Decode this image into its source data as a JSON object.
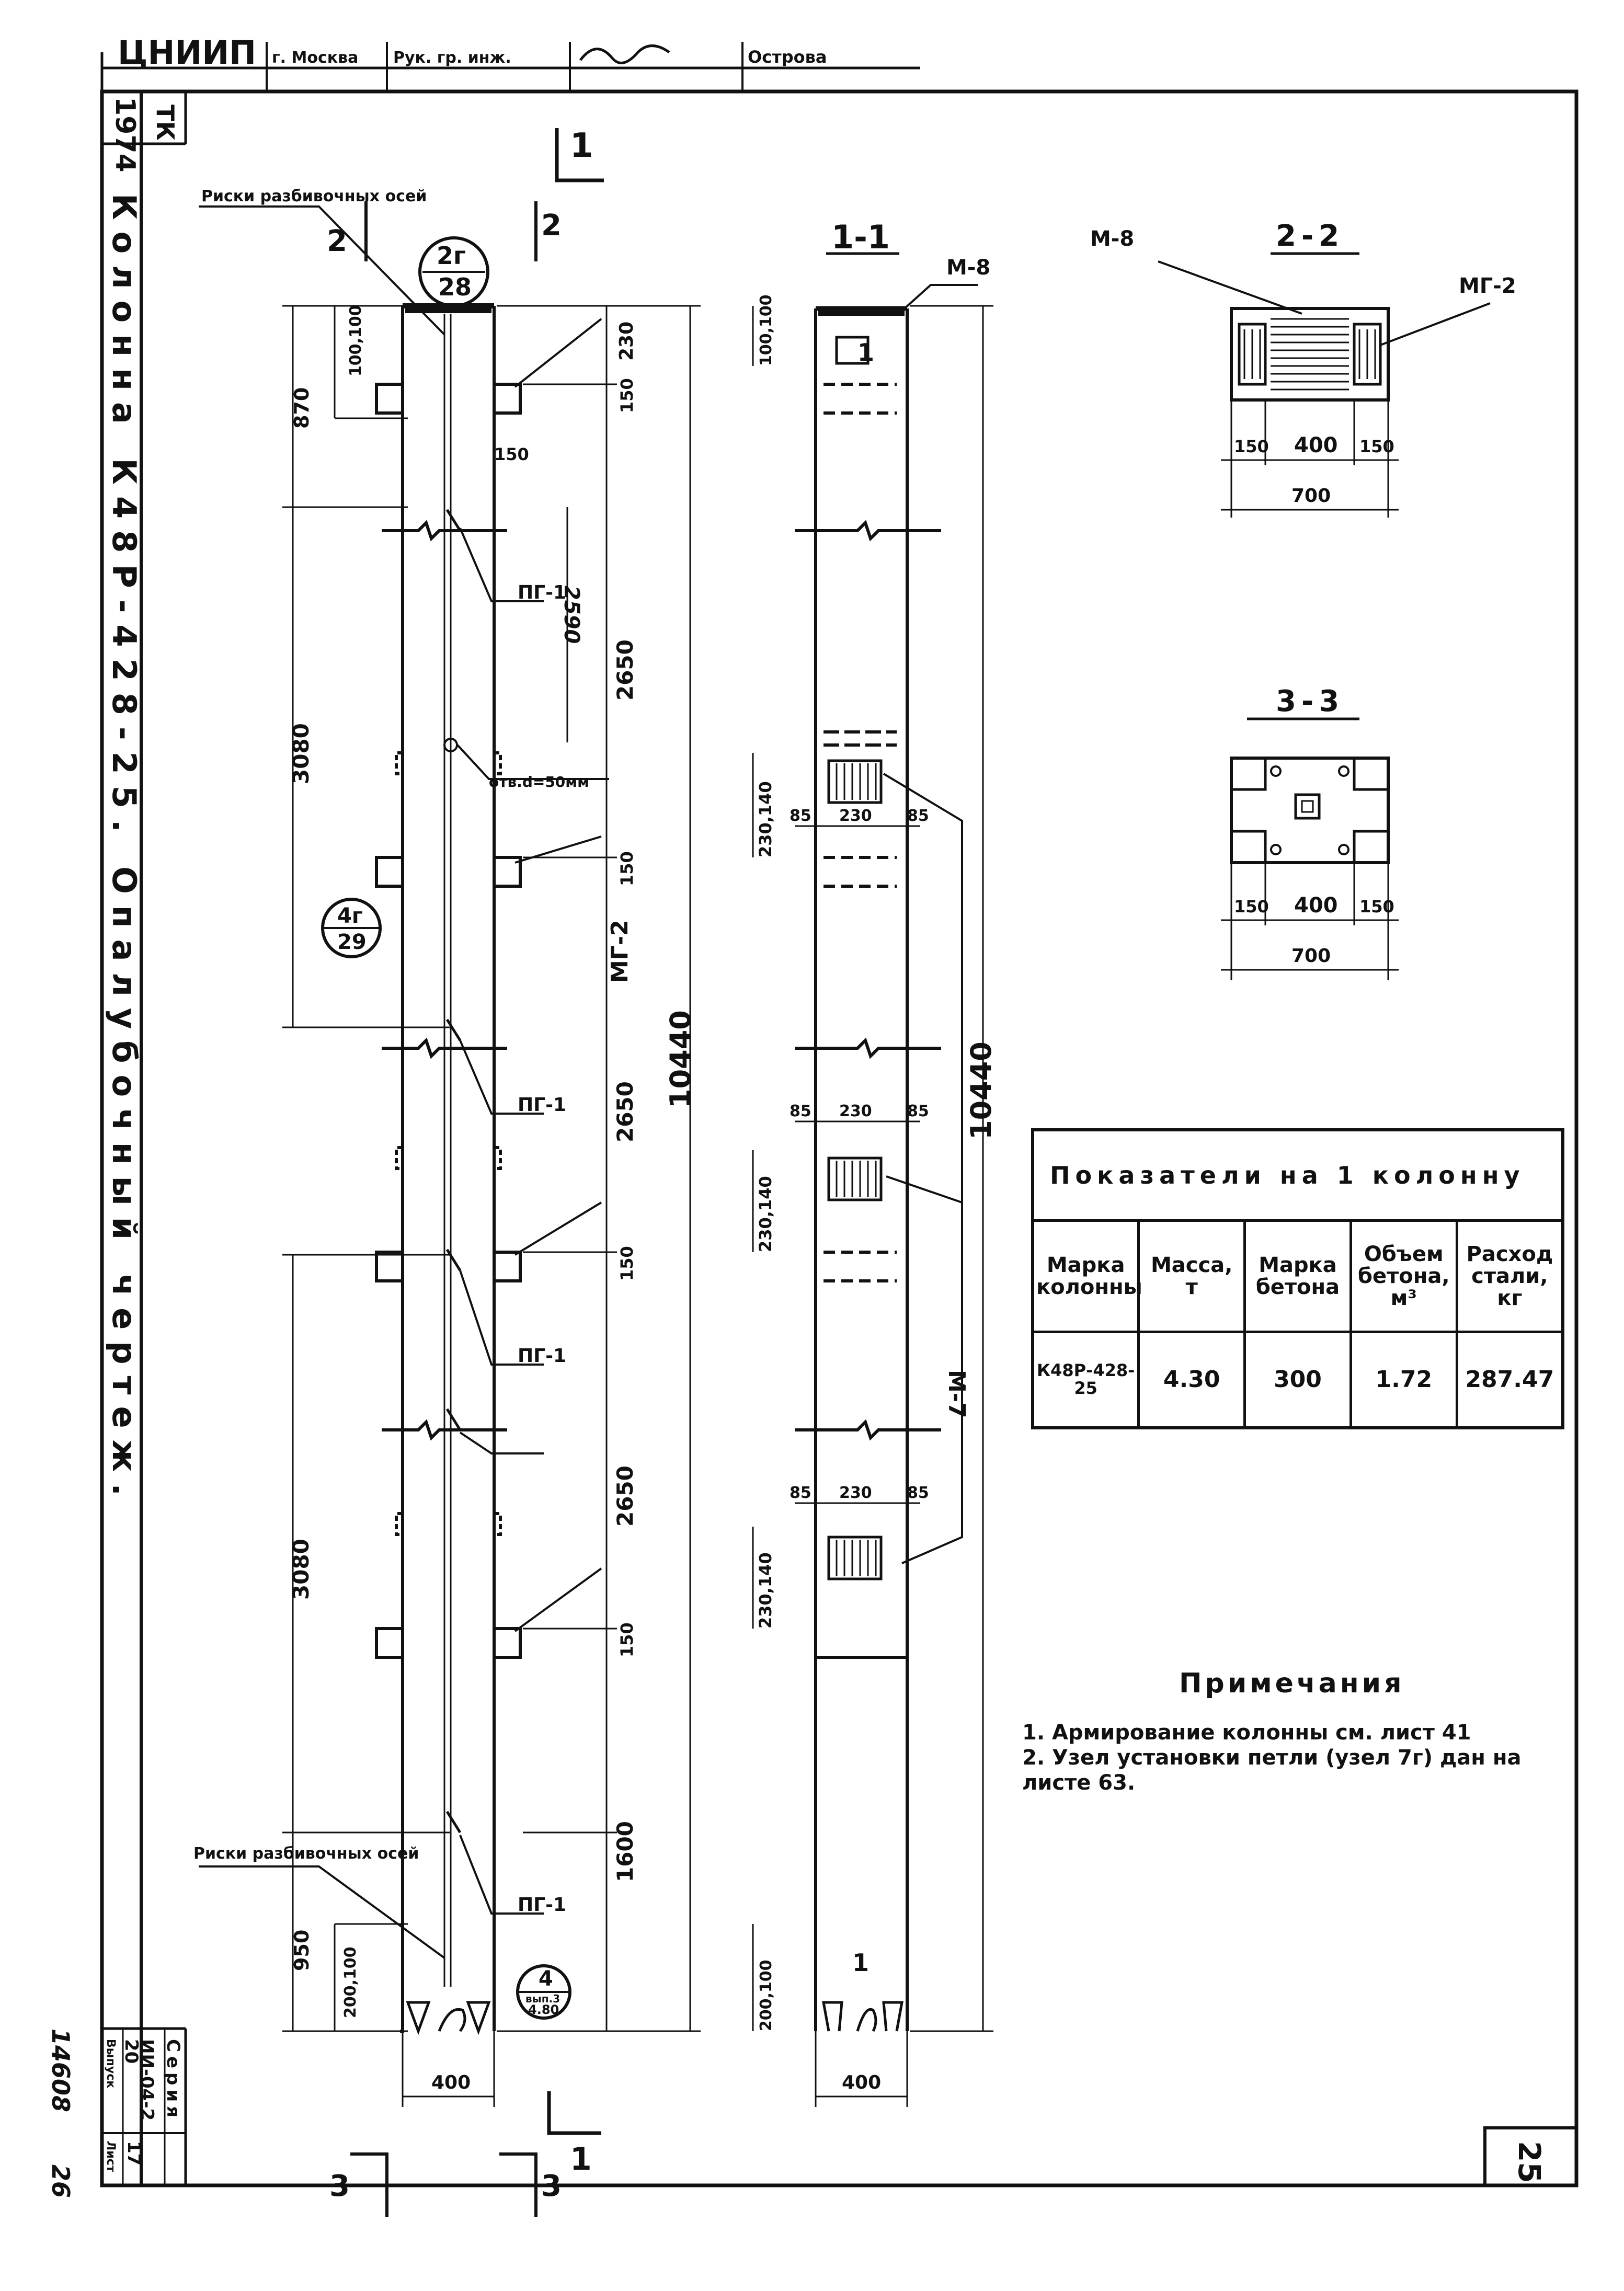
{
  "stamp": {
    "org": "ЦНИИП",
    "city": "г. Москва",
    "role": "Рук. гр. инж.",
    "name": "Острова"
  },
  "side_strip": {
    "code_tk": "ТК",
    "year": "1974",
    "title": "Колонна К48Р-428-25. Опалубочный чертеж.",
    "series_label": "Серия",
    "series": "ИИ-04-2",
    "issue_label": "Выпуск",
    "issue": "20",
    "sheet_label": "Лист",
    "sheet": "17",
    "archive_no": "14608",
    "archive_page": "26"
  },
  "elevation": {
    "section_mark_top": "1",
    "section_mark_bottom": "1",
    "cut_2": "2",
    "cut_3": "3",
    "risks_top": "Риски разбивочных осей",
    "risks_bottom": "Риски разбивочных осей",
    "node_top": {
      "num": "2г",
      "sheet": "28"
    },
    "node_mid": {
      "num": "4г",
      "sheet": "29"
    },
    "node_bottom": {
      "num": "4",
      "sub": "вып.3",
      "sheet": "4.80"
    },
    "pg": "ПГ-1",
    "mg": "МГ-2",
    "hole": "отв.d=50мм",
    "dims": {
      "d100_100": "100,100",
      "d870": "870",
      "d230": "230",
      "d150": "150",
      "d2590": "2590",
      "d2650": "2650",
      "d3080": "3080",
      "d10440": "10440",
      "d1600": "1600",
      "d950": "950",
      "d200_100": "200,100",
      "d400": "400"
    }
  },
  "side_view": {
    "title": "1-1",
    "m8": "М-8",
    "m7": "М-7",
    "digit_1": "1",
    "d100_100": "100,100",
    "d230_140": "230,140",
    "d85": "85",
    "d230": "230",
    "d10440": "10440",
    "d200_100": "200,100",
    "d400": "400"
  },
  "section_2_2": {
    "title": "2-2",
    "m8": "М-8",
    "mg2": "МГ-2",
    "d150": "150",
    "d400": "400",
    "d700": "700"
  },
  "section_3_3": {
    "title": "3-3",
    "d150": "150",
    "d400": "400",
    "d700": "700"
  },
  "indicators": {
    "header": "Показатели на 1 колонну",
    "col_mark": "Марка колонны",
    "col_mass": "Масса, т",
    "col_concrete": "Марка бетона",
    "col_volume": "Объем бетона, м³",
    "col_steel": "Расход стали, кг",
    "mark": "К48Р-428-25",
    "mass": "4.30",
    "concrete": "300",
    "volume": "1.72",
    "steel": "287.47"
  },
  "notes": {
    "title": "Примечания",
    "items": [
      "1. Армирование колонны см. лист 41",
      "2. Узел установки петли (узел 7г) дан на листе 63."
    ]
  },
  "page_number": "25"
}
